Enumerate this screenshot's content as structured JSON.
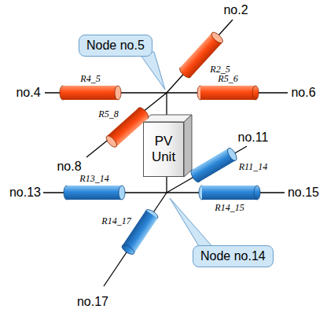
{
  "diagram": {
    "nodes": [
      {
        "text": [
          "Node no.5"
        ]
      },
      {
        "text": [
          "PV Unit"
        ]
      },
      {
        "text": [
          "Node no.14"
        ]
      }
    ],
    "labels": [
      "no.2",
      "no.4",
      "no.6",
      "no.8",
      "R2_5",
      "R4_5",
      "R5_6",
      "R5_8",
      "no.11",
      "no.13",
      "no.15",
      "no.17",
      "R11_14",
      "R13_14",
      "R14_15",
      "R14_17"
    ]
  }
}
